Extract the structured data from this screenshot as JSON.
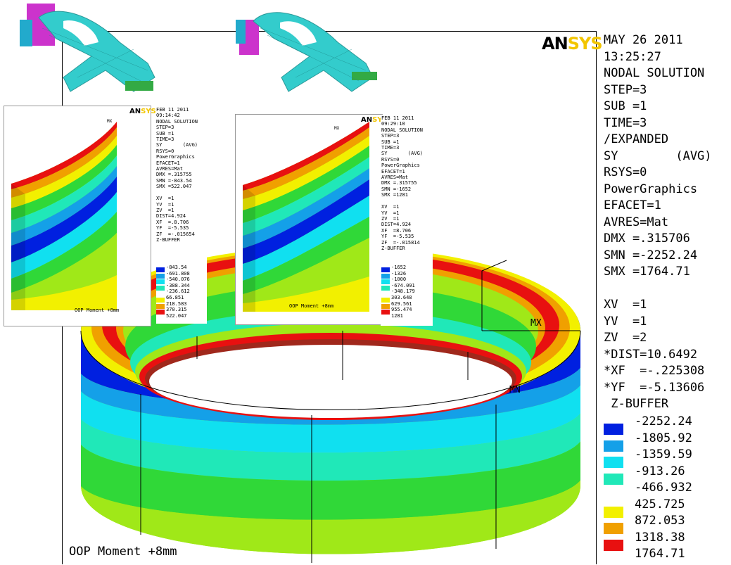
{
  "main": {
    "logo_an": "AN",
    "logo_sys": "SYS",
    "info_lines": [
      "MAY 26 2011",
      "13:25:27",
      "NODAL SOLUTION",
      "STEP=3",
      "SUB =1",
      "TIME=3",
      "/EXPANDED",
      "SY        (AVG)",
      "RSYS=0",
      "PowerGraphics",
      "EFACET=1",
      "AVRES=Mat",
      "DMX =.315706",
      "SMN =-2252.24",
      "SMX =1764.71",
      "",
      "XV  =1",
      "YV  =1",
      "ZV  =2",
      "*DIST=10.6492",
      "*XF  =-.225308",
      "*YF  =-5.13606",
      " Z-BUFFER"
    ],
    "legend": [
      {
        "value": "-2252.24",
        "color": "#0020e0"
      },
      {
        "value": "-1805.92",
        "color": "#14a0e8"
      },
      {
        "value": "-1359.59",
        "color": "#10e0f0"
      },
      {
        "value": "-913.26",
        "color": "#20e8b8"
      },
      {
        "value": "-466.932",
        "color": null
      },
      {
        "value": "425.725",
        "color": "#f2f000"
      },
      {
        "value": "872.053",
        "color": "#f0a000"
      },
      {
        "value": "1318.38",
        "color": "#e81010"
      },
      {
        "value": "1764.71",
        "color": null
      }
    ],
    "caption": "OOP Moment +8mm",
    "mx": "MX",
    "mn": "MN"
  },
  "inset1": {
    "logo_an": "AN",
    "logo_sys": "SYS",
    "mx": "MX",
    "info_lines": [
      "FEB 11 2011",
      "09:14:42",
      "NODAL SOLUTION",
      "STEP=3",
      "SUB =1",
      "TIME=3",
      "SY       (AVG)",
      "RSYS=0",
      "PowerGraphics",
      "EFACET=1",
      "AVRES=Mat",
      "DMX =.315755",
      "SMN =-843.54",
      "SMX =522.047",
      "",
      "XV  =1",
      "YV  =1",
      "ZV  =1",
      "DIST=4.924",
      "XF  =.8.706",
      "YF  =-5.535",
      "ZF  =-.015654",
      "Z-BUFFER"
    ],
    "legend": [
      "-843.54",
      "-691.808",
      "-540.076",
      "-388.344",
      "-236.612",
      "66.851",
      "218.583",
      "370.315",
      "522.047"
    ],
    "caption": "OOP Moment +8mm"
  },
  "inset2": {
    "logo_an": "AN",
    "logo_sys": "SYS",
    "mx": "MX",
    "info_lines": [
      "FEB 11 2011",
      "09:29:10",
      "NODAL SOLUTION",
      "STEP=3",
      "SUB =1",
      "TIME=3",
      "SY       (AVG)",
      "RSYS=0",
      "PowerGraphics",
      "EFACET=1",
      "AVRES=Mat",
      "DMX =.315755",
      "SMN =-1652",
      "SMX =1281",
      "",
      "XV  =1",
      "YV  =1",
      "ZV  =1",
      "DIST=4.924",
      "XF  =8.706",
      "YF  =-5.535",
      "ZF  =-.015814",
      "Z-BUFFER"
    ],
    "legend": [
      "-1652",
      "-1326",
      "-1000",
      "-674.091",
      "-348.179",
      "303.648",
      "629.561",
      "955.474",
      "1281"
    ],
    "caption": "OOP Moment +8mm"
  },
  "colors": {
    "band_blue": "#0020e0",
    "band_lightblue": "#14a0e8",
    "band_cyan": "#10e0f0",
    "band_teal": "#20e8b8",
    "band_green": "#30d838",
    "band_lime": "#a0e818",
    "band_yellow": "#f2f000",
    "band_orange": "#f0a000",
    "band_red": "#e81010",
    "model_teal": "#33cccc",
    "model_magenta": "#cc33cc",
    "model_green": "#33aa44"
  }
}
